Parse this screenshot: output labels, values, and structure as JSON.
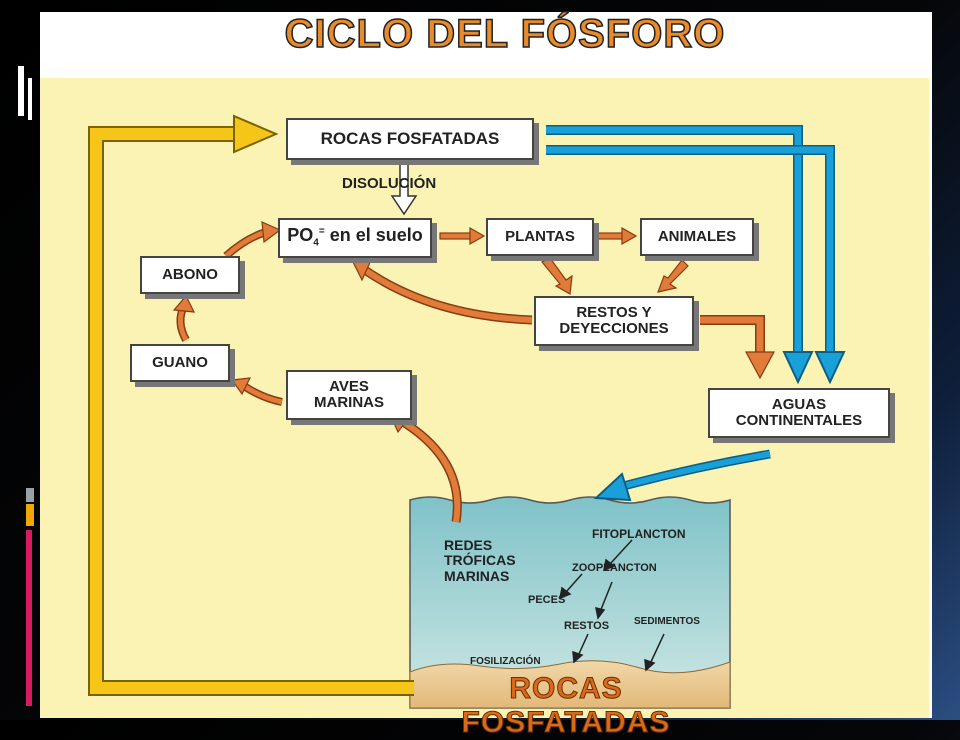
{
  "title": "CICLO DEL FÓSFORO",
  "colors": {
    "title": "#e98a2b",
    "panel": "#fbf3b4",
    "arrow_yellow": "#f5c518",
    "arrow_blue": "#1aa0d8",
    "arrow_orange": "#e07b39"
  },
  "nodes": {
    "rocas_top": "ROCAS FOSFATADAS",
    "disolucion": "DISOLUCIÓN",
    "po4_main": "PO",
    "po4_sub": "4",
    "po4_sup": "=",
    "po4_rest": " en el suelo",
    "plantas": "PLANTAS",
    "animales": "ANIMALES",
    "restos": "RESTOS Y\nDEYECCIONES",
    "abono": "ABONO",
    "guano": "GUANO",
    "aves": "AVES\nMARINAS",
    "aguas": "AGUAS\nCONTINENTALES"
  },
  "sea": {
    "redes": "REDES\nTRÓFICAS\nMARINAS",
    "fitoplancton": "FITOPLANCTON",
    "zooplancton": "ZOOPLANCTON",
    "peces": "PECES",
    "restos": "RESTOS",
    "sedimentos": "SEDIMENTOS",
    "fosilizacion": "FOSILIZACIÓN",
    "rocas_bottom": "ROCAS FOSFATADAS"
  }
}
